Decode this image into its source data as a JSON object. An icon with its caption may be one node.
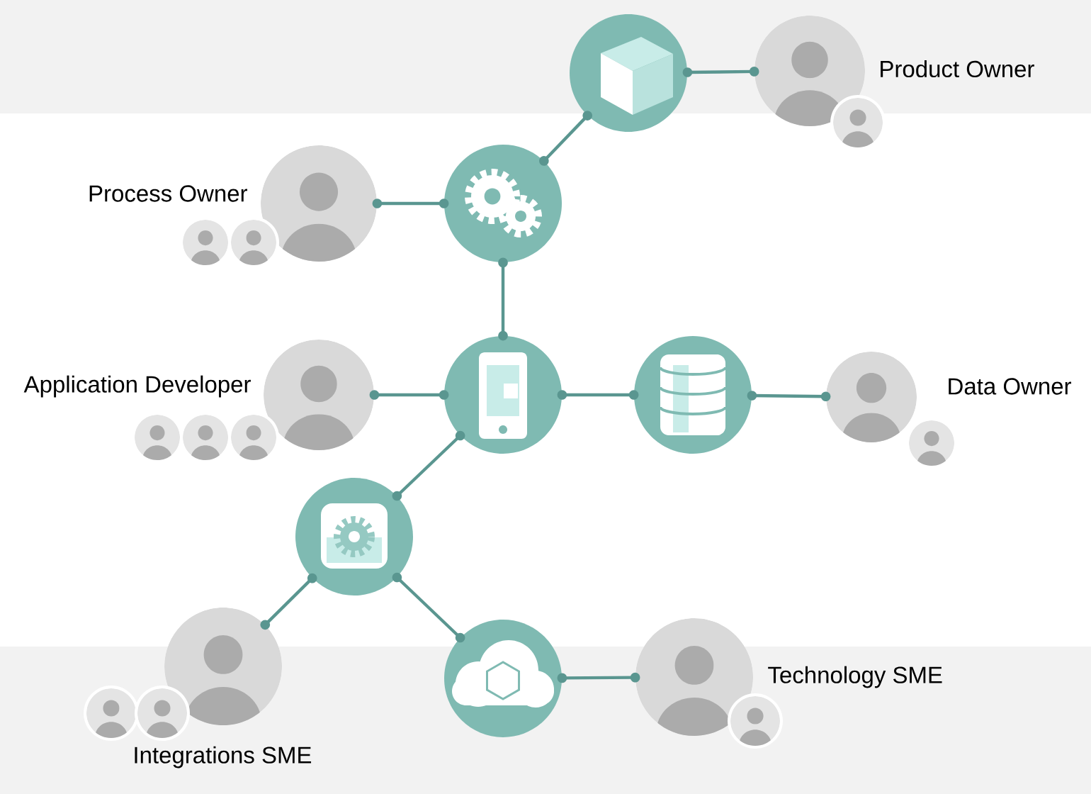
{
  "diagram": {
    "nodes": [
      {
        "text": [],
        "shape": "picture"
      },
      {
        "text": [],
        "shape": "person",
        "beside": [
          "Product Owner"
        ]
      },
      {
        "text": [],
        "shape": "picture"
      },
      {
        "text": [],
        "shape": "person",
        "beside": [
          "Process Owner"
        ]
      },
      {
        "text": [],
        "shape": "picture"
      },
      {
        "text": [],
        "shape": "picture"
      },
      {
        "text": [],
        "shape": "person",
        "beside": [
          "Application Developer"
        ]
      },
      {
        "text": [],
        "shape": "person",
        "beside": [
          "Data Owner"
        ]
      },
      {
        "text": [],
        "shape": "picture"
      },
      {
        "text": [],
        "shape": "person",
        "beside": [
          "Integrations SME"
        ]
      },
      {
        "text": [],
        "shape": "picture"
      },
      {
        "text": [],
        "shape": "person",
        "beside": [
          "Technology SME"
        ]
      }
    ],
    "edges": [
      {
        "from": 0,
        "to": 1,
        "arrow": "other"
      },
      {
        "from": 0,
        "to": 2,
        "arrow": "other"
      },
      {
        "from": 2,
        "to": 3,
        "arrow": "other"
      },
      {
        "from": 2,
        "to": 4,
        "arrow": "other"
      },
      {
        "from": 4,
        "to": 6,
        "arrow": "other"
      },
      {
        "from": 4,
        "to": 5,
        "arrow": "other"
      },
      {
        "from": 5,
        "to": 7,
        "arrow": "other"
      },
      {
        "from": 4,
        "to": 8,
        "arrow": "other"
      },
      {
        "from": 8,
        "to": 9,
        "arrow": "other"
      },
      {
        "from": 8,
        "to": 10,
        "arrow": "other"
      },
      {
        "from": 10,
        "to": 11,
        "arrow": "other"
      }
    ]
  }
}
